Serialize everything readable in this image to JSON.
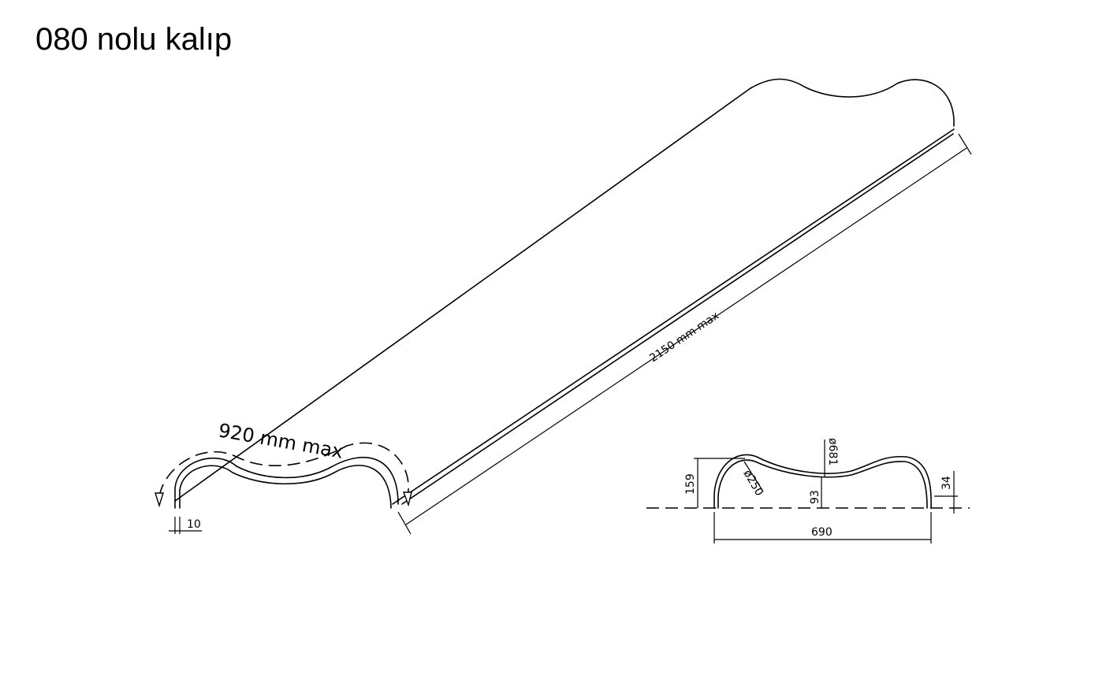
{
  "title": "080 nolu kalıp",
  "dimensions": {
    "width_arc": "920 mm max",
    "length": "2150 mm max",
    "thickness": "10",
    "profile_width": "690",
    "profile_height": "159",
    "side_height": "34",
    "trough_height": "93",
    "large_radius": "ø681",
    "small_radius": "ø250"
  }
}
